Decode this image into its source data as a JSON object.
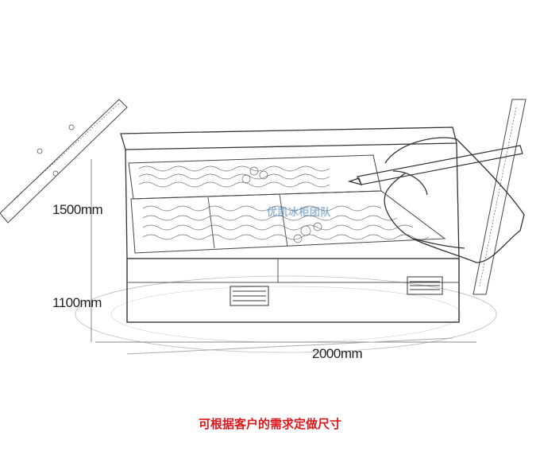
{
  "dimensions": {
    "height_upper": "1500mm",
    "height_lower": "1100mm",
    "width": "2000mm"
  },
  "caption": "可根据客户的需求定做尺寸",
  "watermark": "优凯冰柜团队",
  "colors": {
    "caption": "#e0161b",
    "line": "#3a3a3a",
    "watermark": "#3f7fb0"
  }
}
